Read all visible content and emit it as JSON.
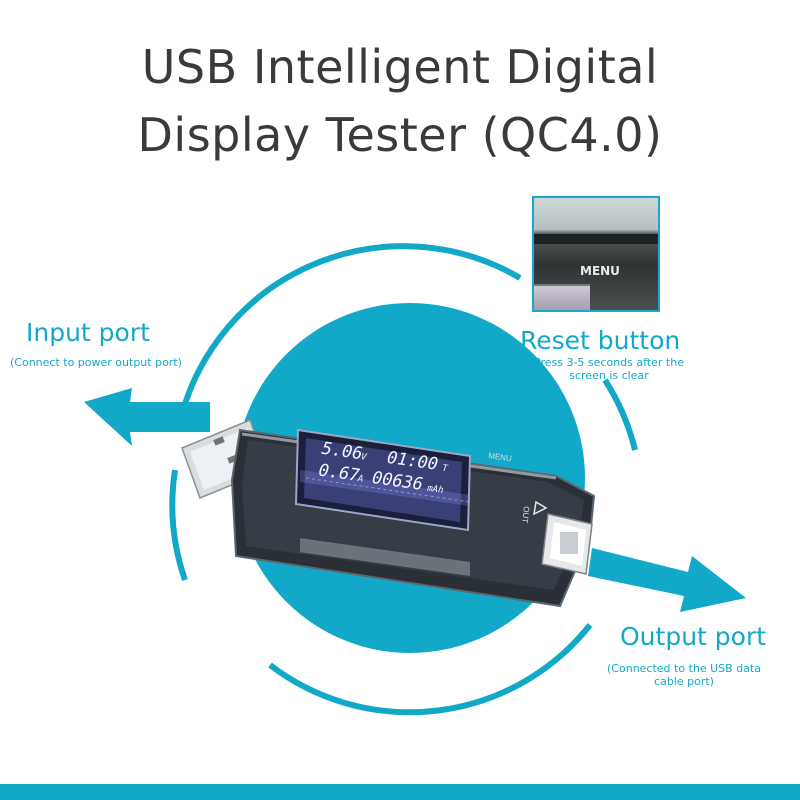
{
  "title": {
    "line1": "USB Intelligent Digital",
    "line2": "Display Tester (QC4.0)"
  },
  "input_port": {
    "label": "Input port",
    "note": "(Connect to power output port)"
  },
  "reset_button": {
    "label": "Reset button",
    "note_line1": "Press 3-5 seconds after the",
    "note_line2": "screen is clear",
    "inset_caption": "MENU"
  },
  "output_port": {
    "label": "Output port",
    "note_line1": "(Connected to the USB data",
    "note_line2": "cable port)"
  },
  "device": {
    "menu_label": "MENU",
    "out_label": "OUT",
    "lcd": {
      "voltage": "5.06",
      "voltage_unit": "V",
      "time": "01:00",
      "time_unit": "T",
      "current": "0.67",
      "current_unit": "A",
      "capacity": "00636",
      "capacity_unit": "mAh"
    }
  },
  "colors": {
    "accent": "#12a9c8",
    "title_text": "#3a3a3a",
    "device_body": "#2b3036"
  }
}
